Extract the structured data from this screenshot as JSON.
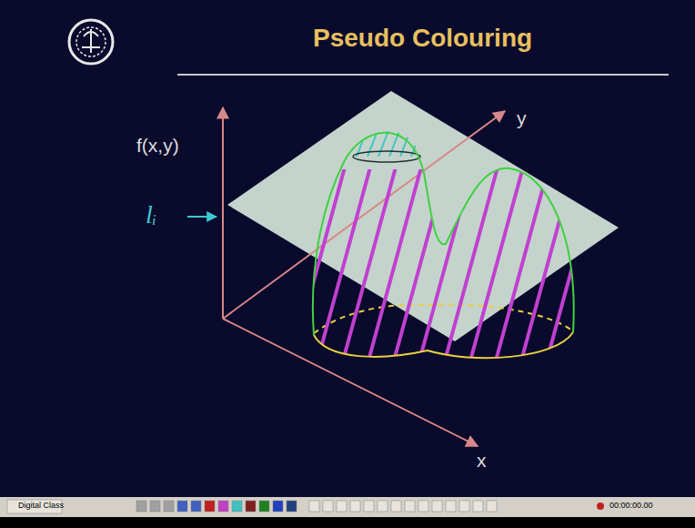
{
  "diagram": {
    "title": "Pseudo Colouring",
    "labels": [
      "f(x,y)",
      "y",
      "x",
      "lᵢ",
      "Digital Class",
      "00:00:00.00"
    ]
  }
}
